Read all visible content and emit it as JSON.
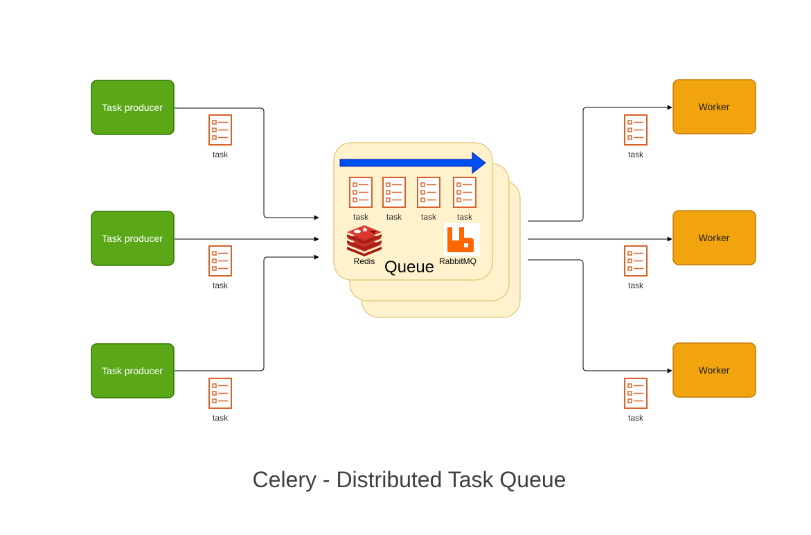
{
  "title": "Celery - Distributed Task Queue",
  "producers": [
    {
      "label": "Task producer"
    },
    {
      "label": "Task producer"
    },
    {
      "label": "Task producer"
    }
  ],
  "workers": [
    {
      "label": "Worker"
    },
    {
      "label": "Worker"
    },
    {
      "label": "Worker"
    }
  ],
  "task_label": "task",
  "queue": {
    "label": "Queue",
    "tasks": [
      "task",
      "task",
      "task",
      "task"
    ],
    "brokers": [
      {
        "label": "Redis",
        "icon": "redis-icon"
      },
      {
        "label": "RabbitMQ",
        "icon": "rabbitmq-icon"
      }
    ]
  },
  "colors": {
    "producer_fill": "#5aa817",
    "producer_stroke": "#2d7600",
    "worker_fill": "#f2a40f",
    "worker_stroke": "#c47a08",
    "queue_fill": "#fff2cc",
    "queue_stroke": "#d6b656",
    "task_icon": "#d9622b",
    "flow_arrow": "#0050ef",
    "redis": "#c6302b",
    "rabbitmq": "#ff6600",
    "title_text": "#3c4043"
  }
}
